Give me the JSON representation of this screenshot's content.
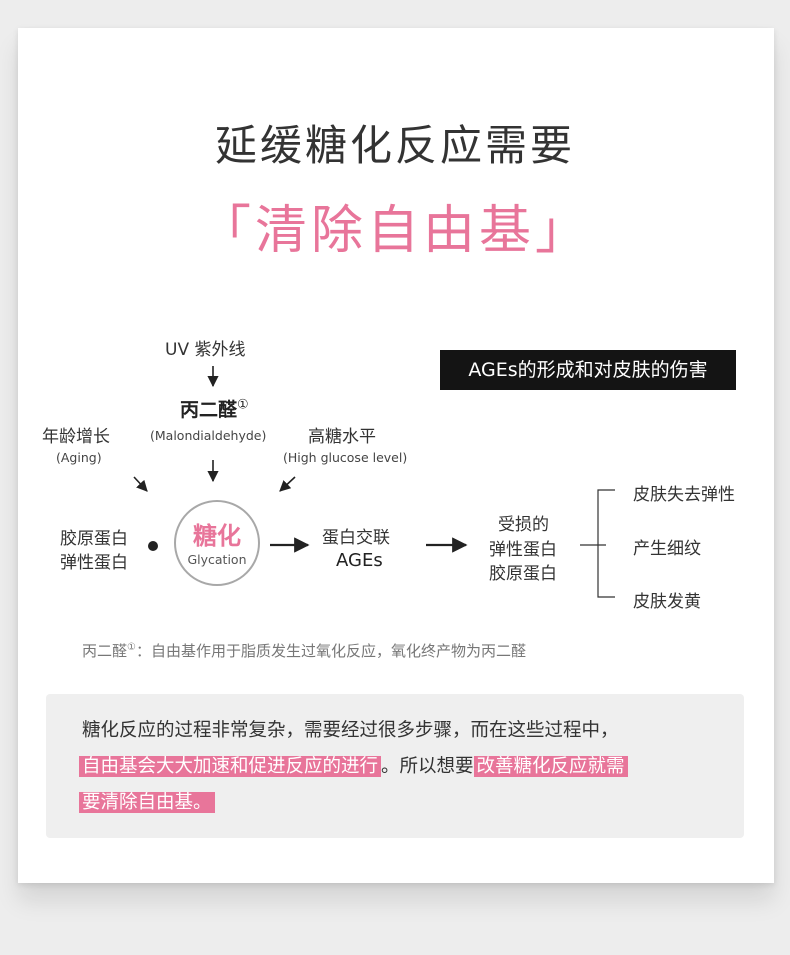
{
  "title": "延缓糖化反应需要",
  "subtitle": "「清除自由基」",
  "tag": "AGEs的形成和对皮肤的伤害",
  "diagram": {
    "uv": "UV 紫外线",
    "mda_cn": "丙二醛",
    "mda_mark": "①",
    "mda_en": "(Malondialdehyde)",
    "aging_cn": "年龄增长",
    "aging_en": "(Aging)",
    "glucose_cn": "高糖水平",
    "glucose_en": "(High glucose level)",
    "protein_line1": "胶原蛋白",
    "protein_line2": "弹性蛋白",
    "center_cn": "糖化",
    "center_en": "Glycation",
    "ages_line1": "蛋白交联",
    "ages_line2": "AGEs",
    "damaged_line1": "受损的",
    "damaged_line2": "弹性蛋白",
    "damaged_line3": "胶原蛋白",
    "outcomes": [
      "皮肤失去弹性",
      "产生细纹",
      "皮肤发黄"
    ]
  },
  "footnote": {
    "term": "丙二醛",
    "mark": "①",
    "text": "：自由基作用于脂质发生过氧化反应，氧化终产物为丙二醛"
  },
  "summary": {
    "line1": "糖化反应的过程非常复杂，需要经过很多步骤，而在这些过程中，",
    "line2_hl": "自由基会大大加速和促进反应的进行",
    "line2_plain": "。所以想要",
    "line2_hl2": "改善糖化反应就需",
    "line3_hl": "要清除自由基。"
  },
  "colors": {
    "accent": "#e8759a",
    "tag_bg": "#141414",
    "box_bg": "#efefef"
  }
}
